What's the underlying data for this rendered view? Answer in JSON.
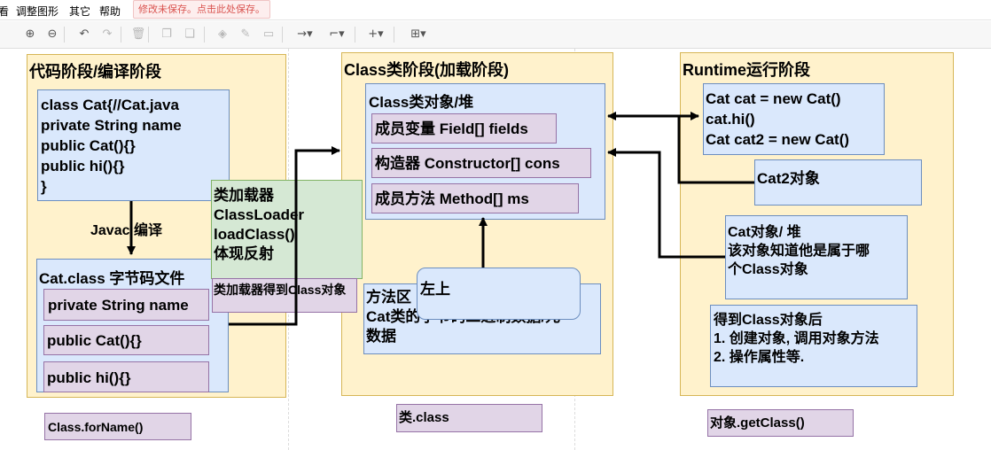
{
  "menu": {
    "items": [
      "看",
      "调整图形",
      "其它",
      "帮助"
    ],
    "unsaved_notice": "修改未保存。点击此处保存。"
  },
  "toolbar": {
    "tools": [
      {
        "name": "zoom-in-icon",
        "glyph": "⊕"
      },
      {
        "name": "zoom-out-icon",
        "glyph": "⊖"
      },
      {
        "name": "undo-icon",
        "glyph": "↶"
      },
      {
        "name": "redo-icon",
        "glyph": "↷"
      },
      {
        "name": "delete-icon",
        "glyph": "🗑"
      },
      {
        "name": "to-front-icon",
        "glyph": "❐"
      },
      {
        "name": "to-back-icon",
        "glyph": "❏"
      },
      {
        "name": "fill-color-icon",
        "glyph": "◈"
      },
      {
        "name": "line-color-icon",
        "glyph": "✎"
      },
      {
        "name": "shadow-icon",
        "glyph": "▭"
      },
      {
        "name": "connection-icon",
        "glyph": "→▾"
      },
      {
        "name": "waypoints-icon",
        "glyph": "⌐▾"
      },
      {
        "name": "insert-icon",
        "glyph": "+▾"
      },
      {
        "name": "table-icon",
        "glyph": "⊞▾"
      }
    ]
  },
  "diagram": {
    "compile_stage": {
      "title": "代码阶段/编译阶段",
      "source_code": "class Cat{//Cat.java\nprivate String name\npublic Cat(){}\npublic hi(){}\n}",
      "compile_label": "Javac 编译",
      "bytecode": {
        "title": "Cat.class 字节码文件",
        "members": [
          "private String name",
          "public Cat(){}",
          "public hi(){}"
        ]
      },
      "forname": "Class.forName()"
    },
    "classloader": {
      "text": "类加载器\nClassLoader\nloadClass()\n体现反射",
      "note": "类加载器得到Class对象"
    },
    "load_stage": {
      "title": "Class类阶段(加载阶段)",
      "class_object": {
        "title": "Class类对象/堆",
        "members": [
          "成员变量 Field[] fields",
          "构造器 Constructor[] cons",
          "成员方法 Method[] ms"
        ]
      },
      "method_area": "方法区\nCat类的字节码二进制数据/元\n数据",
      "callout": "左上",
      "dot_class": "类.class"
    },
    "runtime_stage": {
      "title": "Runtime运行阶段",
      "code": "Cat cat = new Cat()\ncat.hi()\nCat cat2 = new Cat()",
      "cat2_object": "Cat2对象",
      "cat_object": "Cat对象/ 堆\n该对象知道他是属于哪\n个Class对象",
      "after_class": "得到Class对象后\n1. 创建对象, 调用对象方法\n2. 操作属性等.",
      "get_class": "对象.getClass()"
    }
  }
}
